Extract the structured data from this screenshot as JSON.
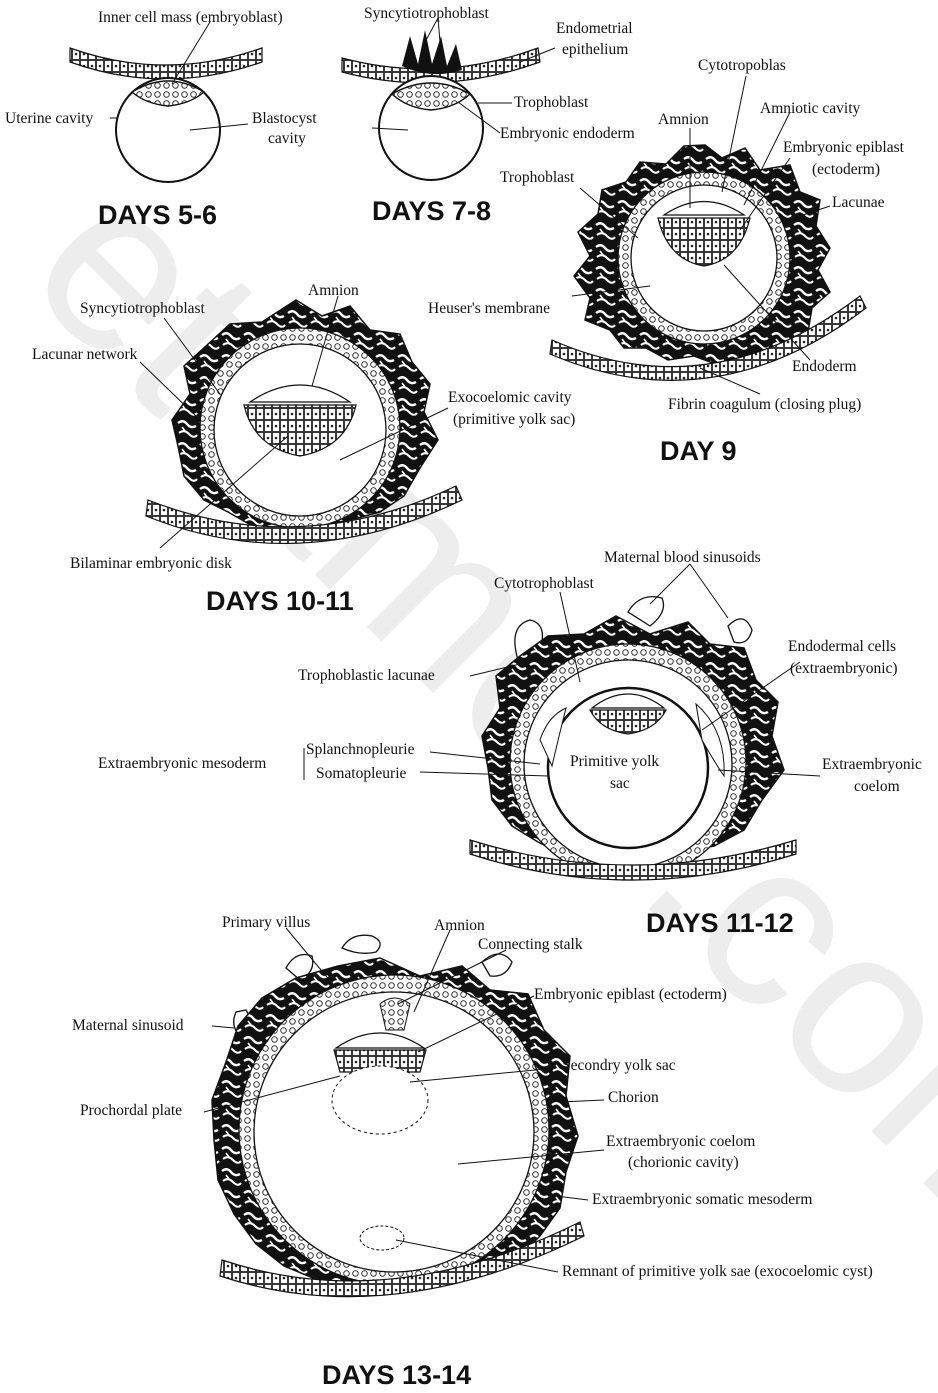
{
  "watermark": "ettamed.com",
  "stages": [
    {
      "id": "d56",
      "title": "DAYS 5-6",
      "labels": [
        "Inner cell mass (embryoblast)",
        "Uterine cavity",
        "Blastocyst",
        "cavity"
      ]
    },
    {
      "id": "d78",
      "title": "DAYS 7-8",
      "labels": [
        "Syncytiotrophoblast",
        "Endometrial",
        "epithelium",
        "Trophoblast",
        "Embryonic endoderm"
      ]
    },
    {
      "id": "d9",
      "title": "DAY 9",
      "labels": [
        "Cytotropoblas",
        "Amniotic cavity",
        "Amnion",
        "Embryonic epiblast",
        "(ectoderm)",
        "Trophoblast",
        "Lacunae",
        "Heuser's membrane",
        "Endoderm",
        "Fibrin coagulum (closing plug)"
      ]
    },
    {
      "id": "d1011",
      "title": "DAYS 10-11",
      "labels": [
        "Amnion",
        "Syncytiotrophoblast",
        "Lacunar network",
        "Exocoelomic cavity",
        "(primitive yolk sac)",
        "Bilaminar embryonic disk"
      ]
    },
    {
      "id": "d1112",
      "title": "DAYS 11-12",
      "labels": [
        "Maternal blood sinusoids",
        "Cytotrophoblast",
        "Endodermal cells",
        "(extraembryonic)",
        "Trophoblastic lacunae",
        "Splanchnopleurie",
        "Somatopleurie",
        "Extraembryonic mesoderm",
        "Primitive yolk",
        "sac",
        "Extraembryonic",
        "coelom"
      ]
    },
    {
      "id": "d1314",
      "title": "DAYS 13-14",
      "labels": [
        "Primary villus",
        "Amnion",
        "Connecting stalk",
        "Embryonic epiblast (ectoderm)",
        "Maternal sinusoid",
        "Secondry yolk sac",
        "Prochordal plate",
        "Chorion",
        "Extraembryonic coelom",
        "(chorionic cavity)",
        "Extraembryonic somatic mesoderm",
        "Remnant of primitive yolk sae (exocoelomic cyst)"
      ]
    }
  ]
}
